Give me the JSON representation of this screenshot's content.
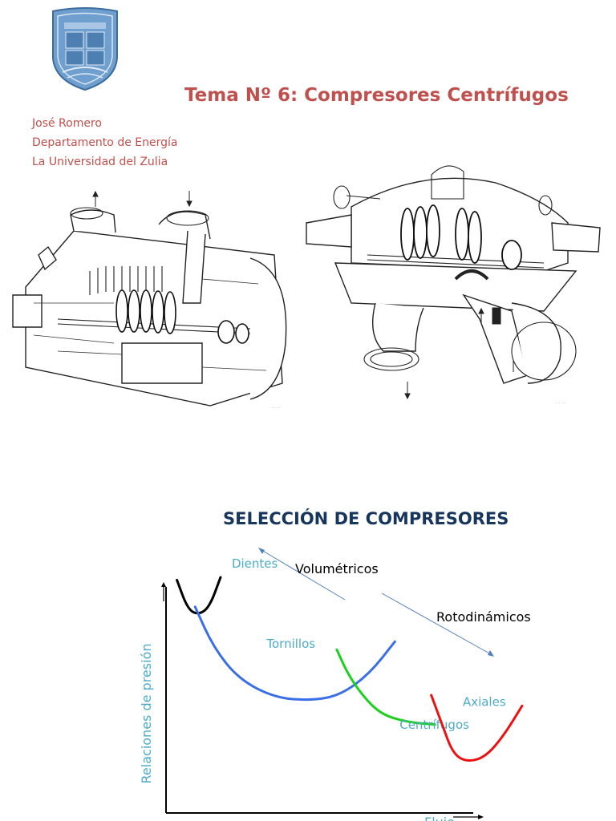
{
  "slide1": {
    "title": "Tema Nº 6: Compresores Centrífugos",
    "author_lines": [
      "José Romero",
      "Departamento de Energía",
      "La Universidad del Zulia"
    ],
    "figure_codes": [
      "· · · · · ·",
      "· · · · · ·"
    ]
  },
  "slide2": {
    "title": "SELECCIÓN DE COMPRESORES",
    "chart_data": {
      "type": "line",
      "title": "",
      "ylabel": "Relaciones de presión",
      "xlabel": "Flujo",
      "annotations": [
        "Volumétricos",
        "Rotodinámicos"
      ],
      "series": [
        {
          "name": "Dientes",
          "color": "#000000",
          "label_color": "#4bacc6",
          "x": [
            0.03,
            0.06,
            0.09,
            0.12,
            0.15
          ],
          "y": [
            0.87,
            0.76,
            0.74,
            0.77,
            0.88
          ]
        },
        {
          "name": "Tornillos",
          "color": "#3a6fe8",
          "label_color": "#4bacc6",
          "x": [
            0.08,
            0.13,
            0.2,
            0.3,
            0.4,
            0.48,
            0.56,
            0.63
          ],
          "y": [
            0.77,
            0.62,
            0.5,
            0.43,
            0.42,
            0.44,
            0.52,
            0.64
          ]
        },
        {
          "name": "Centrífugos",
          "color": "#1ed01e",
          "label_color": "#4bacc6",
          "x": [
            0.47,
            0.5,
            0.54,
            0.59,
            0.66,
            0.74
          ],
          "y": [
            0.61,
            0.52,
            0.44,
            0.37,
            0.34,
            0.33
          ]
        },
        {
          "name": "Axiales",
          "color": "#ee1111",
          "label_color": "#4bacc6",
          "x": [
            0.73,
            0.76,
            0.79,
            0.83,
            0.88,
            0.93,
            0.98
          ],
          "y": [
            0.44,
            0.33,
            0.22,
            0.19,
            0.21,
            0.29,
            0.4
          ]
        }
      ]
    }
  }
}
